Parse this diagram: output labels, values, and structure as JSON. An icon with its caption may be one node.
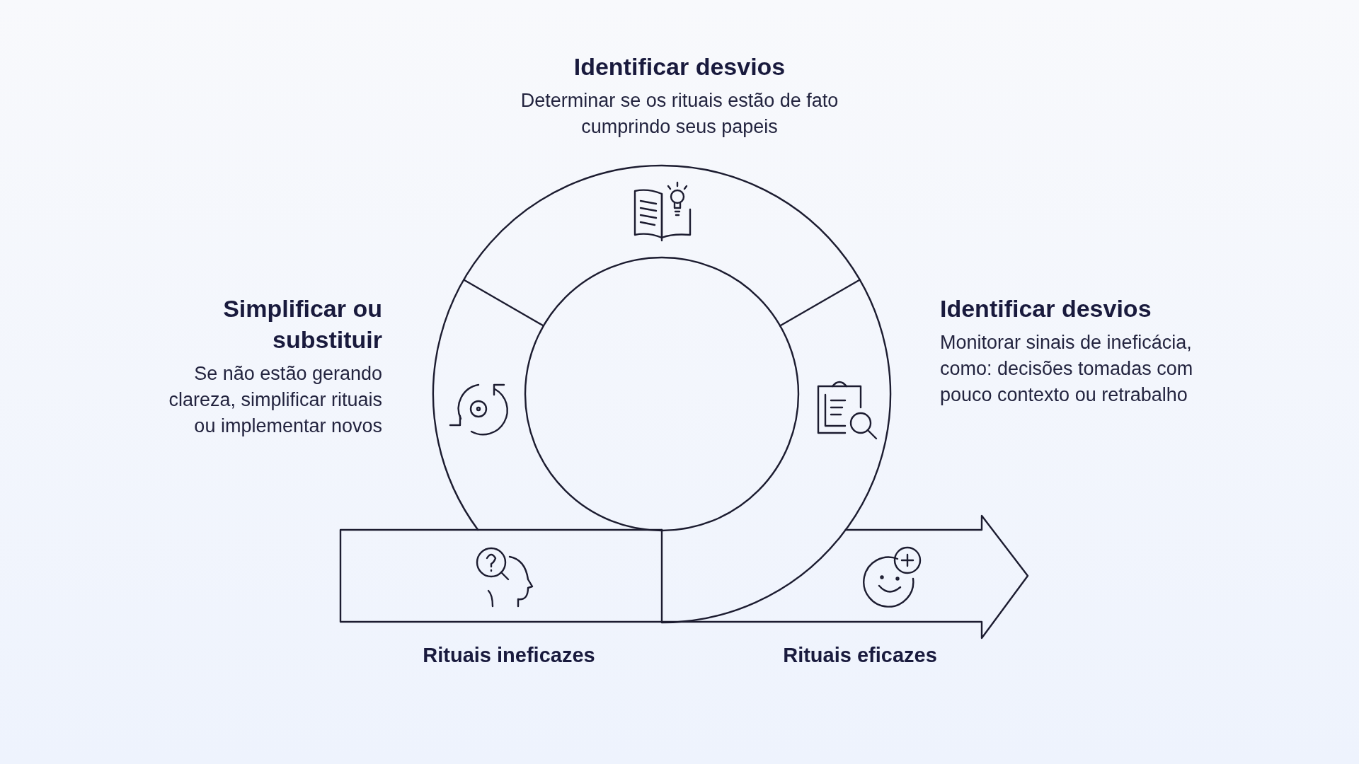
{
  "diagram": {
    "nodes": [
      {
        "text": [
          "Identificar desvios",
          "Determinar se os rituais estão de fato cumprindo seus papeis"
        ]
      },
      {
        "text": [
          "Simplificar ou substituir",
          "Se não estão gerando clareza, simplificar rituais ou implementar novos"
        ]
      },
      {
        "text": [
          "Identificar desvios",
          "Monitorar sinais de ineficácia, como: decisões tomadas com pouco contexto ou retrabalho"
        ]
      }
    ],
    "labels": [
      "Rituais ineficazes",
      "Rituais eficazes"
    ]
  }
}
